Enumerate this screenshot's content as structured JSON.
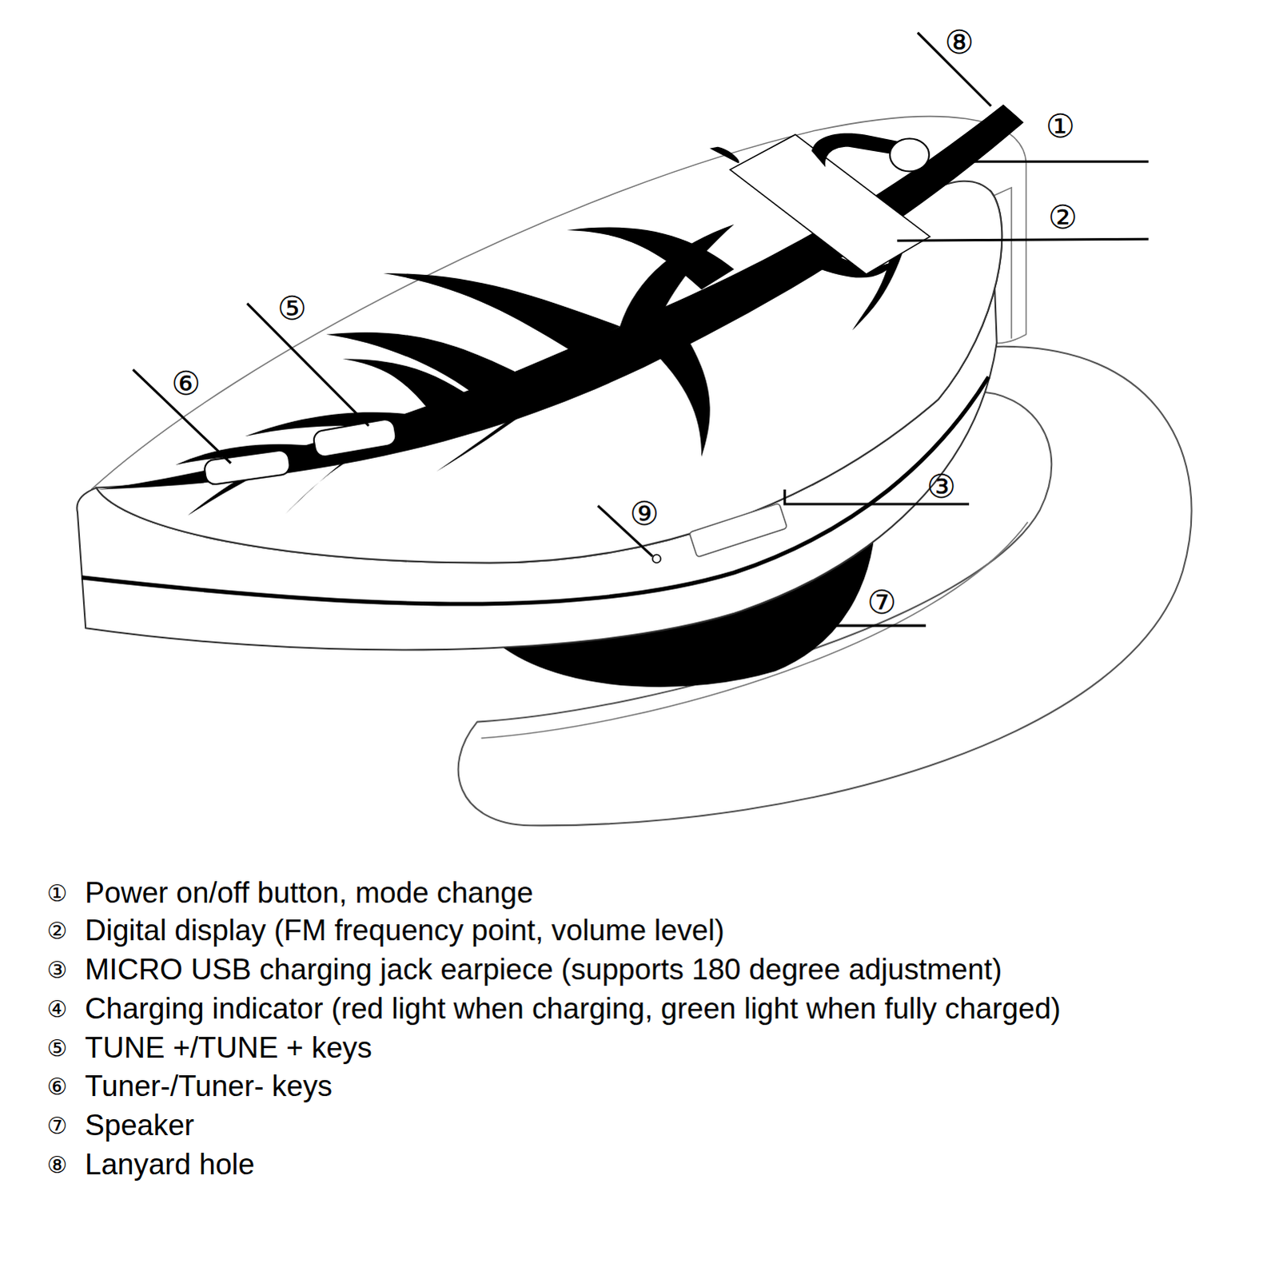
{
  "diagram": {
    "labels": [
      "⑧",
      "①",
      "②",
      "⑤",
      "⑥",
      "③",
      "⑨",
      "⑦",
      "①",
      "Power on/off button, mode change",
      "②",
      "Digital display (FM frequency point, volume level)",
      "③",
      "MICRO USB charging jack earpiece (supports 180 degree adjustment)",
      "④",
      "Charging indicator (red light when charging, green light when fully charged)",
      "⑤",
      "TUNE +/TUNE + keys",
      "⑥",
      "Tuner-/Tuner- keys",
      "⑦",
      "Speaker",
      "⑧",
      "Lanyard hole"
    ]
  }
}
